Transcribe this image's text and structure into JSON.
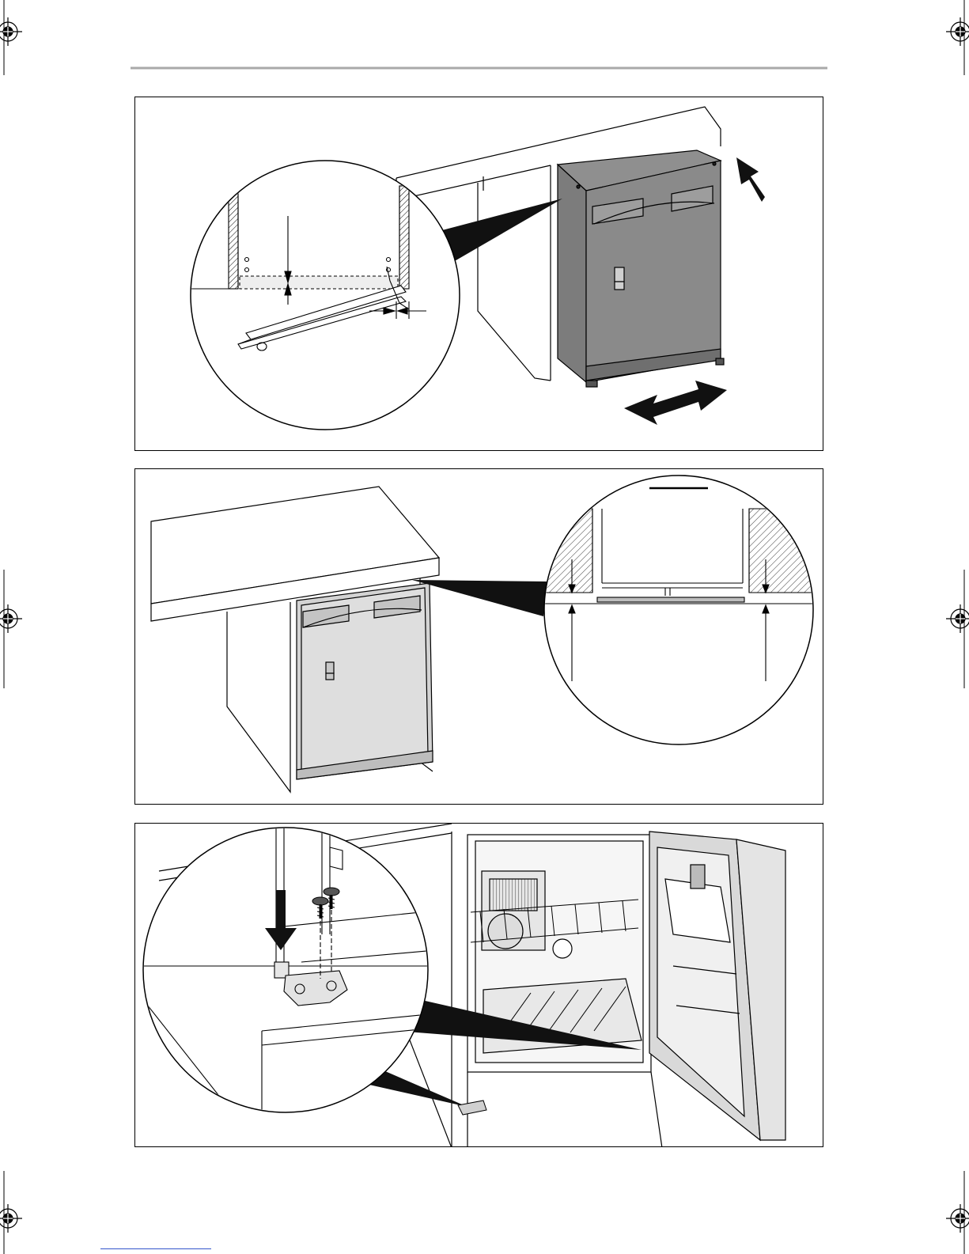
{
  "colors": {
    "line": "#000000",
    "appliance_dark": "#8a8a8a",
    "appliance_light": "#d4d4d4",
    "rule": "#a9a9a9"
  },
  "figures": [
    {
      "id": "fig-1",
      "subject": "appliance-slide-in",
      "icons": [
        "push-arrow-icon",
        "double-arrow-icon",
        "detail-circle-icon"
      ]
    },
    {
      "id": "fig-2",
      "subject": "appliance-flush-fit",
      "icons": [
        "detail-circle-icon",
        "gap-arrow-icon"
      ]
    },
    {
      "id": "fig-3",
      "subject": "door-hinge-screws",
      "icons": [
        "down-arrow-icon",
        "screw-icon",
        "detail-circle-icon"
      ]
    }
  ]
}
